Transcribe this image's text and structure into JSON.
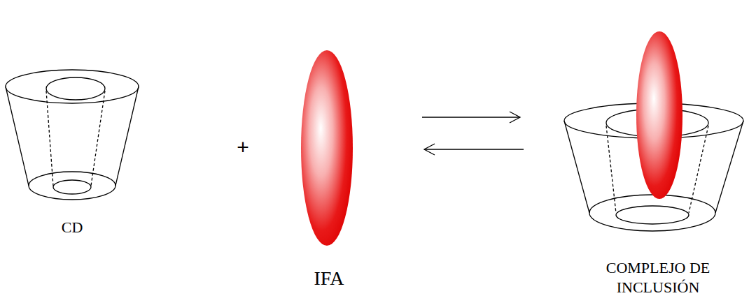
{
  "diagram": {
    "labels": [
      "CD",
      "+",
      "IFA",
      "COMPLEJO DE INCLUSIÓN"
    ]
  }
}
